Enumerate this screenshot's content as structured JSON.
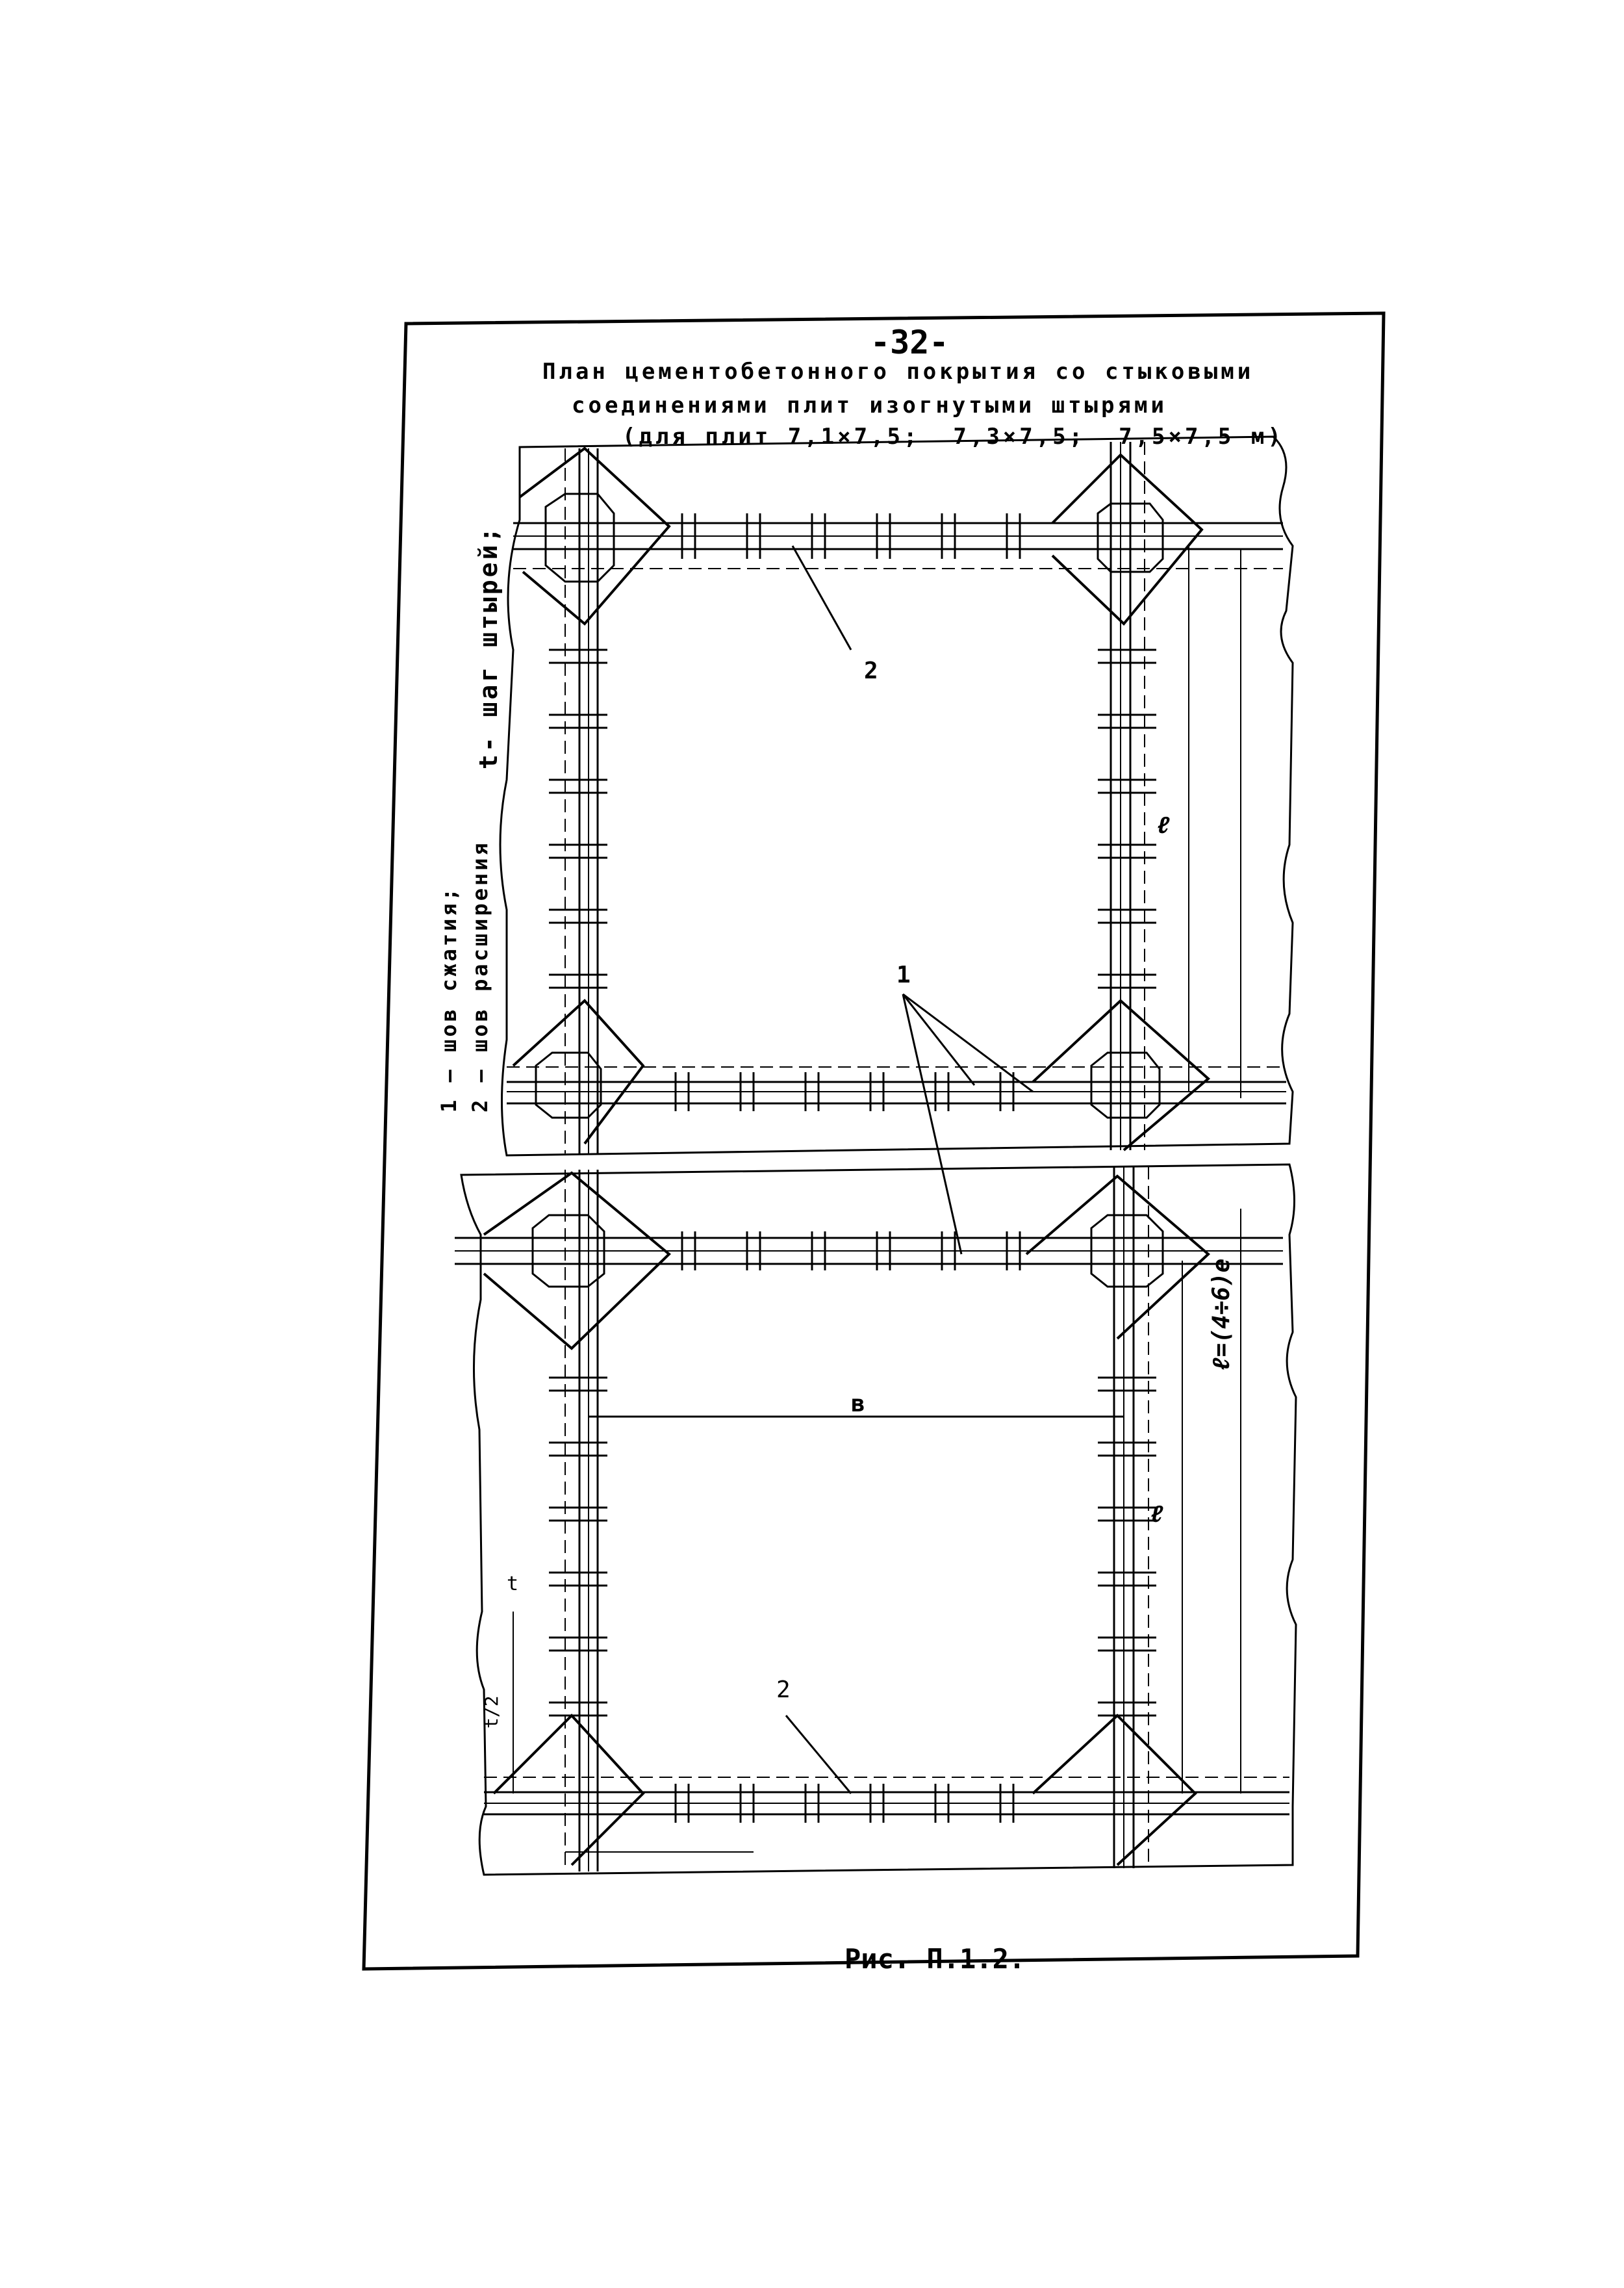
{
  "page": {
    "number": "-32-",
    "title_lines": [
      "План цементобетонного покрытия со стыковыми",
      "соединениями плит изогнутыми штырями",
      "(для плит 7,1×7,5;  7,3×7,5;  7,5×7,5 м)"
    ],
    "legend_lines": [
      "1 — шов сжатия;",
      "2 — шов расширения",
      "t- шаг штырей;"
    ],
    "caption": "Рис. П.1.2."
  },
  "drawing": {
    "labels": {
      "seam_1": "1",
      "seam_2_top": "2",
      "seam_2_bottom": "2",
      "length_top": "ℓ",
      "length_bottom": "ℓ",
      "width": "в",
      "length_formula": "ℓ=(4÷6)e",
      "step": "t",
      "half_step": "t/2"
    }
  }
}
